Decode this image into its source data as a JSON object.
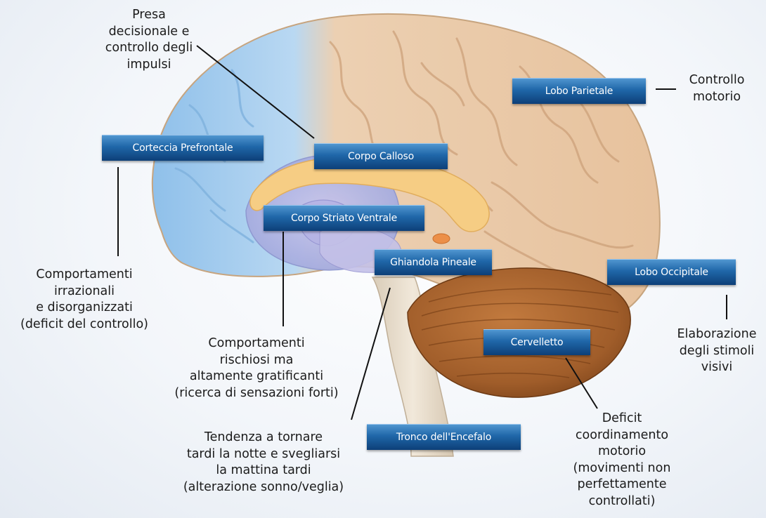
{
  "regions": {
    "corteccia_prefrontale": "Corteccia Prefrontale",
    "corpo_calloso": "Corpo Calloso",
    "corpo_striato_ventrale": "Corpo Striato Ventrale",
    "ghiandola_pineale": "Ghiandola Pineale",
    "lobo_parietale": "Lobo Parietale",
    "lobo_occipitale": "Lobo Occipitale",
    "cervelletto": "Cervelletto",
    "tronco_encefalo": "Tronco dell'Encefalo"
  },
  "captions": {
    "presa_decisionale": [
      "Presa",
      "decisionale e",
      "controllo degli",
      "impulsi"
    ],
    "controllo_motorio": [
      "Controllo",
      "motorio"
    ],
    "comportamenti_irrazionali": [
      "Comportamenti",
      "irrazionali",
      "e disorganizzati",
      "(deficit del controllo)"
    ],
    "comportamenti_rischiosi": [
      "Comportamenti",
      "rischiosi ma",
      "altamente gratificanti",
      "(ricerca di sensazioni forti)"
    ],
    "tendenza_tornare": [
      "Tendenza a tornare",
      "tardi la notte e svegliarsi",
      "la mattina tardi",
      "(alterazione sonno/veglia)"
    ],
    "elaborazione_stimoli": [
      "Elaborazione",
      "degli stimoli",
      "visivi"
    ],
    "deficit_coordinamento": [
      "Deficit",
      "coordinamento",
      "motorio",
      "(movimenti non",
      "perfettamente",
      "controllati)"
    ]
  },
  "colors": {
    "label_blue": "#1f66a8",
    "prefrontal_blue": "#a9cdee",
    "cortex_beige": "#ecc9a6",
    "callosum_yellow": "#f5cf85",
    "cerebellum_brown": "#a9652f",
    "brainstem_cream": "#e9ddcd"
  }
}
